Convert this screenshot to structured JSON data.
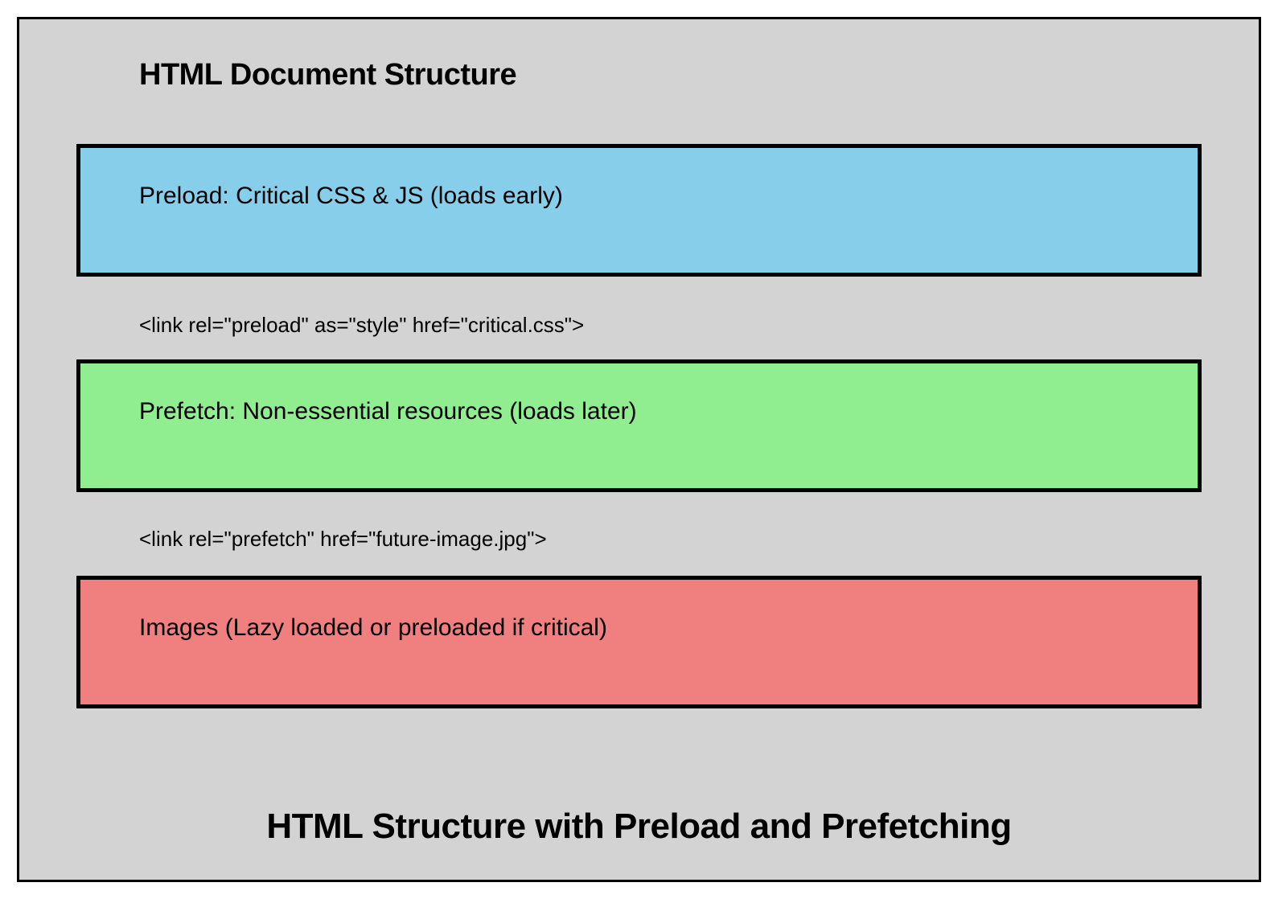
{
  "diagram": {
    "title": "HTML Document Structure",
    "caption": "HTML Structure with Preload and Prefetching",
    "colors": {
      "frame_background": "#d3d3d3",
      "border": "#000000",
      "preload_box": "#87ceeb",
      "prefetch_box": "#90ee90",
      "images_box": "#f08080"
    },
    "boxes": [
      {
        "label": "Preload: Critical CSS & JS (loads early)",
        "color": "#87ceeb"
      },
      {
        "label": "Prefetch: Non-essential resources (loads later)",
        "color": "#90ee90"
      },
      {
        "label": "Images (Lazy loaded or preloaded if critical)",
        "color": "#f08080"
      }
    ],
    "code_snippets": [
      "<link rel=\"preload\" as=\"style\" href=\"critical.css\">",
      "<link rel=\"prefetch\" href=\"future-image.jpg\">"
    ]
  }
}
